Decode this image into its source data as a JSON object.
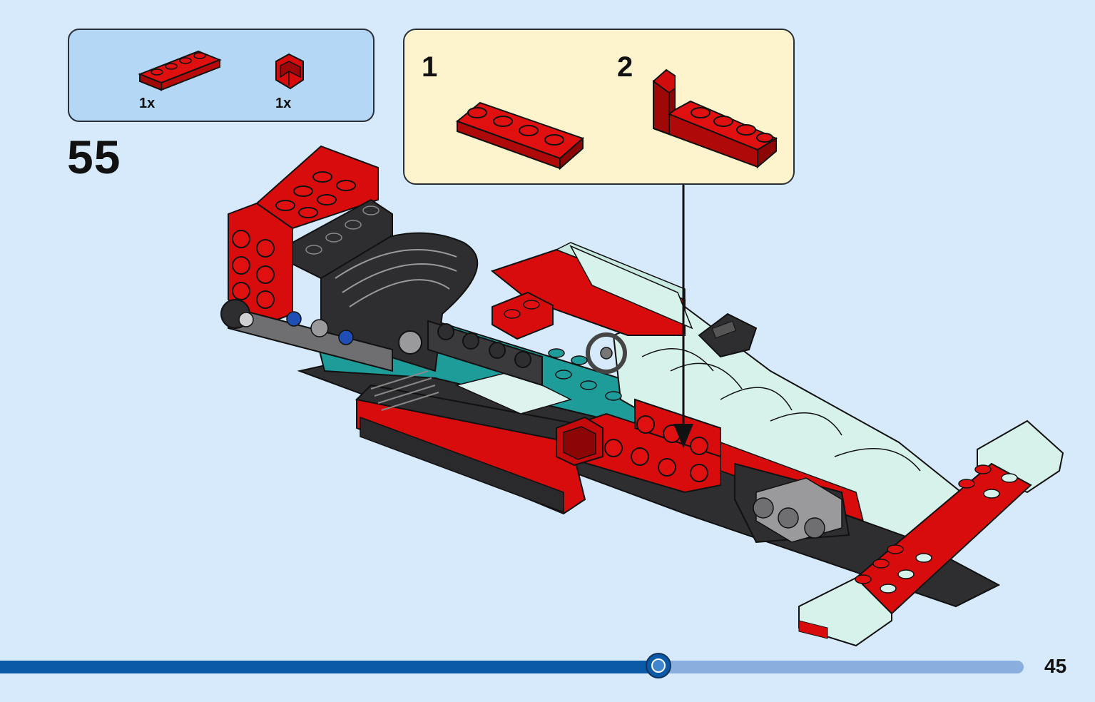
{
  "step": {
    "number": "55"
  },
  "parts_list": [
    {
      "name": "red-plate-1x4-icon",
      "qty": "1x"
    },
    {
      "name": "red-corner-brick-icon",
      "qty": "1x"
    }
  ],
  "sub_steps": [
    {
      "number": "1"
    },
    {
      "number": "2"
    }
  ],
  "page": {
    "number": "45"
  },
  "progress": {
    "fraction": 0.643
  },
  "colors": {
    "accent": "#0a5aa8",
    "track": "#8aaede",
    "brick_red": "#cc0a0a"
  }
}
